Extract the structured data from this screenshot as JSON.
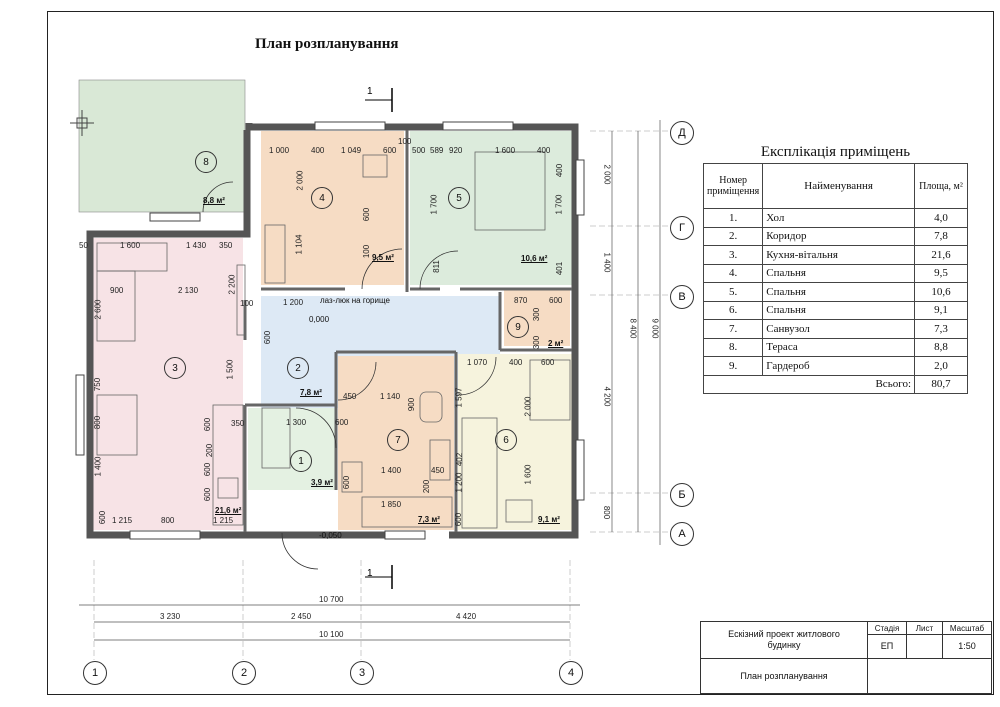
{
  "title": "План розпланування",
  "section_mark": "1",
  "axes": {
    "letters": [
      "Д",
      "Г",
      "В",
      "Б",
      "А"
    ],
    "numbers": [
      "1",
      "2",
      "3",
      "4"
    ]
  },
  "rooms": [
    {
      "num": "1",
      "area": "3,9 м²"
    },
    {
      "num": "2",
      "area": "7,8 м²"
    },
    {
      "num": "3",
      "area": "21,6 м²"
    },
    {
      "num": "4",
      "area": "9,5 м²"
    },
    {
      "num": "5",
      "area": "10,6 м²"
    },
    {
      "num": "6",
      "area": "9,1 м²"
    },
    {
      "num": "7",
      "area": "7,3 м²"
    },
    {
      "num": "8",
      "area": "8,8 м²"
    },
    {
      "num": "9",
      "area": "2 м²"
    }
  ],
  "levels": {
    "floor": "0,000",
    "entry": "-0,050"
  },
  "hatch_label": "лаз-люк на горище",
  "dimensions": {
    "bottom_total_outer": "10 700",
    "bottom_total_inner": "10 100",
    "bottom_spans": [
      "3 230",
      "2 450",
      "4 420"
    ],
    "right_spans": [
      "2 000",
      "1 400",
      "4 200",
      "800"
    ],
    "right_total_inner": "8 400",
    "right_total_outer": "9 000",
    "room4": [
      "1 000",
      "400",
      "1 049",
      "600",
      "2 000",
      "600",
      "1 104",
      "100"
    ],
    "room5": [
      "100",
      "500",
      "589",
      "920",
      "1 600",
      "400",
      "1 700",
      "1 700",
      "400",
      "401",
      "811"
    ],
    "room3": [
      "50",
      "1 600",
      "1 430",
      "350",
      "900",
      "2 130",
      "2 200",
      "2 600",
      "1 500",
      "750",
      "800",
      "1 400",
      "600",
      "1 215",
      "800",
      "1 215",
      "600",
      "600",
      "600",
      "200",
      "350"
    ],
    "room2": [
      "100",
      "1 200",
      "600"
    ],
    "room9": [
      "870",
      "600",
      "300",
      "300"
    ],
    "room1": [
      "1 300",
      "600"
    ],
    "room7": [
      "450",
      "1 140",
      "900",
      "1 400",
      "450",
      "200",
      "1 850",
      "600"
    ],
    "room6": [
      "1 070",
      "400",
      "600",
      "1 597",
      "2 000",
      "1 600",
      "1 200",
      "402",
      "600"
    ]
  },
  "explication": {
    "title": "Експлікація приміщень",
    "headers": [
      "Номер приміщення",
      "Найменування",
      "Площа, м²"
    ],
    "rows": [
      {
        "n": "1.",
        "name": "Хол",
        "area": "4,0"
      },
      {
        "n": "2.",
        "name": "Коридор",
        "area": "7,8"
      },
      {
        "n": "3.",
        "name": "Кухня-вітальня",
        "area": "21,6"
      },
      {
        "n": "4.",
        "name": "Спальня",
        "area": "9,5"
      },
      {
        "n": "5.",
        "name": "Спальня",
        "area": "10,6"
      },
      {
        "n": "6.",
        "name": "Спальня",
        "area": "9,1"
      },
      {
        "n": "7.",
        "name": "Санвузол",
        "area": "7,3"
      },
      {
        "n": "8.",
        "name": "Тераса",
        "area": "8,8"
      },
      {
        "n": "9.",
        "name": "Гардероб",
        "area": "2,0"
      }
    ],
    "total_label": "Всього:",
    "total_value": "80,7"
  },
  "stamp": {
    "project": "Ескізний проект житлового будинку",
    "sheet_name": "План розпланування",
    "stage_label": "Стадія",
    "sheet_label": "Лист",
    "scale_label": "Масштаб",
    "stage": "ЕП",
    "sheet": "",
    "scale": "1:50"
  },
  "colors": {
    "room3": "#f7e3e6",
    "room4": "#f6dcc4",
    "room5": "#dcebdc",
    "room2": "#dde9f5",
    "room1": "#e4f1e2",
    "room7": "#f6dcc4",
    "room6": "#f6f3dd",
    "room8": "#d9e8d6",
    "room9": "#f6dcc4",
    "wall": "#6a6a6a"
  }
}
